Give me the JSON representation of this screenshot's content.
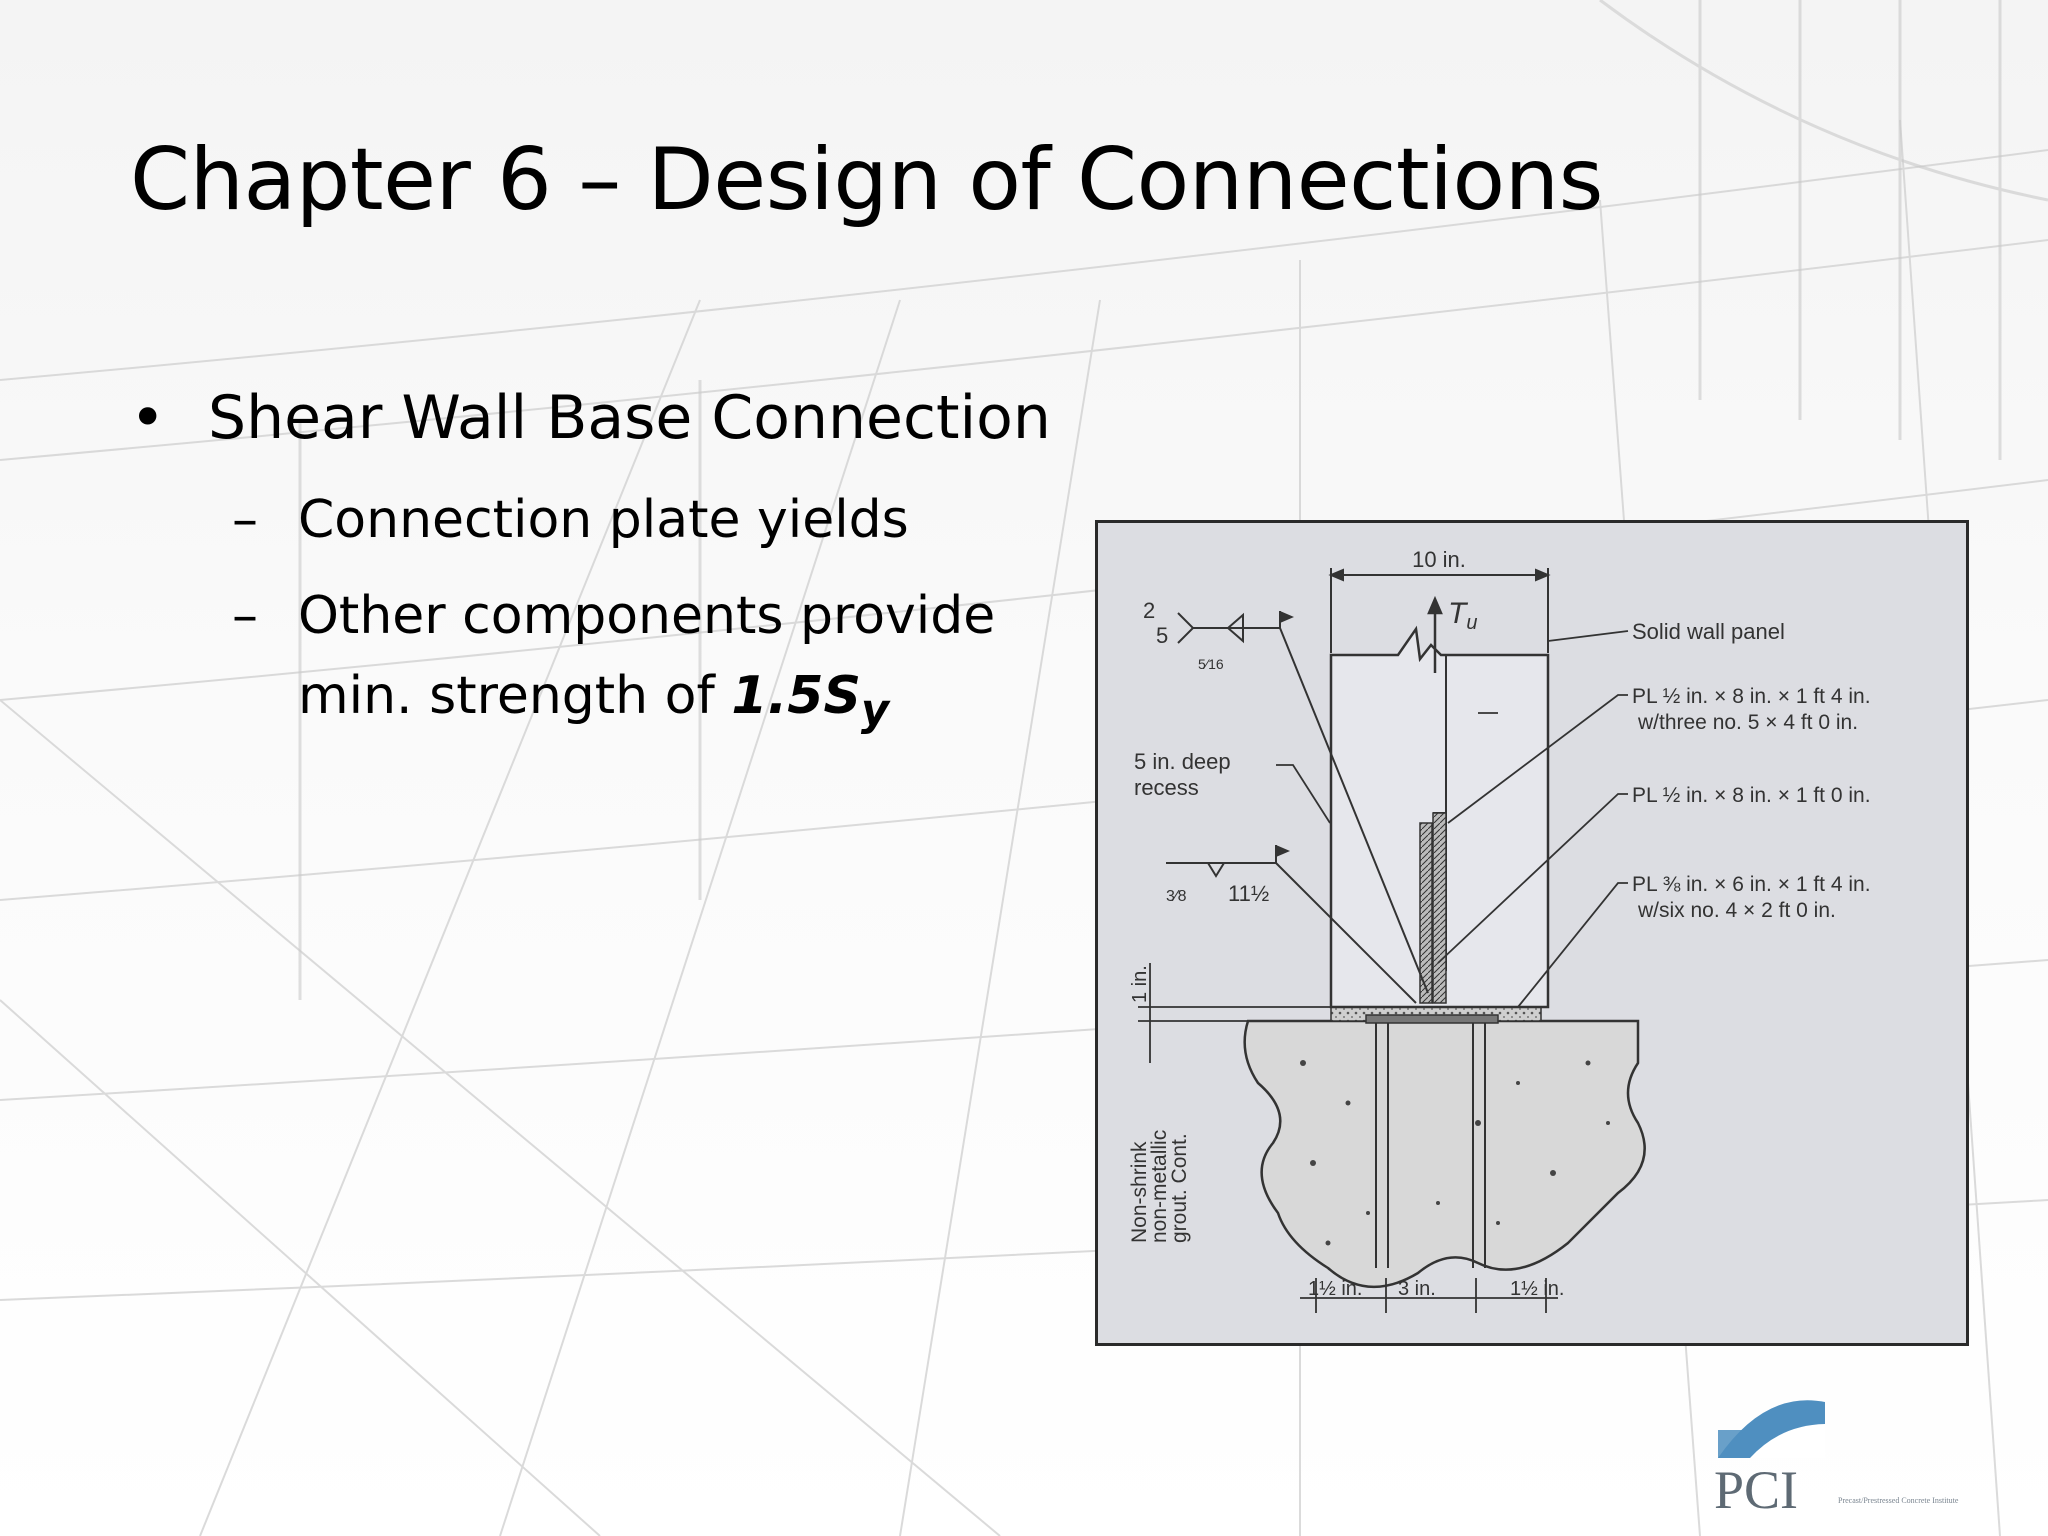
{
  "slide": {
    "title": "Chapter 6 – Design of Connections",
    "bullets": [
      {
        "text": "Shear Wall Base Connection",
        "sub": [
          {
            "text": "Connection plate yields"
          },
          {
            "line1": "Other components provide",
            "line2": "min. strength of ",
            "strong": "1.5S",
            "subscript": "y"
          }
        ]
      }
    ]
  },
  "figure": {
    "dim_top": "10 in.",
    "force": "T",
    "force_sub": "u",
    "weld_1": {
      "top": "2",
      "right": "5",
      "bottom": "5⁄16"
    },
    "weld_2": {
      "left": "3⁄8",
      "right": "11½"
    },
    "recess_line1": "5 in. deep",
    "recess_line2": "recess",
    "label_wall": "Solid wall panel",
    "label_pl1_line1": "PL ½ in. × 8 in. × 1 ft 4 in.",
    "label_pl1_line2": "w/three no. 5 × 4 ft 0 in.",
    "label_pl2": "PL ½ in. × 8 in. × 1 ft 0 in.",
    "label_pl3_line1": "PL ⅜ in. × 6 in. × 1 ft 4 in.",
    "label_pl3_line2": "w/six no. 4 × 2 ft 0 in.",
    "dim_grout": "1 in.",
    "grout_line1": "Non-shrink",
    "grout_line2": "non-metallic",
    "grout_line3": "grout. Cont.",
    "dim_bottom_left": "1½ in.",
    "dim_bottom_mid": "3 in.",
    "dim_bottom_right": "1½ in."
  },
  "logo": {
    "text": "PCI",
    "tagline": "Precast/Prestressed Concrete Institute",
    "color": "#4f8fc0"
  }
}
